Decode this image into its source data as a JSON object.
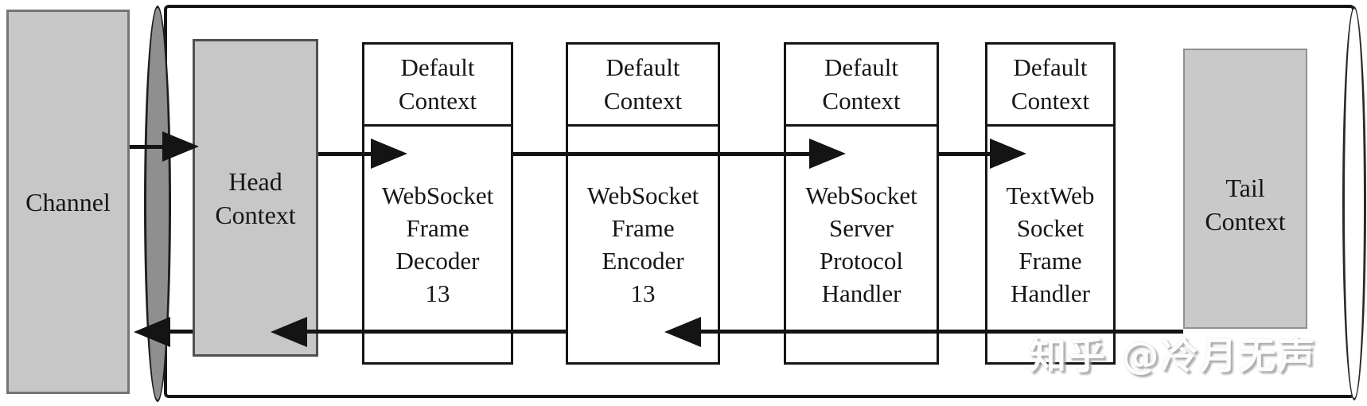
{
  "pipeline": {
    "channel_label": "Channel",
    "head_context": [
      "Head",
      "Context"
    ],
    "tail_context": [
      "Tail",
      "Context"
    ],
    "handlers": [
      {
        "header": [
          "Default",
          "Context"
        ],
        "body": [
          "WebSocket",
          "Frame",
          "Decoder",
          "13"
        ]
      },
      {
        "header": [
          "Default",
          "Context"
        ],
        "body": [
          "WebSocket",
          "Frame",
          "Encoder",
          "13"
        ]
      },
      {
        "header": [
          "Default",
          "Context"
        ],
        "body": [
          "WebSocket",
          "Server",
          "Protocol",
          "Handler"
        ]
      },
      {
        "header": [
          "Default",
          "Context"
        ],
        "body": [
          "TextWeb",
          "Socket",
          "Frame",
          "Handler"
        ]
      }
    ],
    "flow": {
      "inbound_direction": "left-to-right",
      "outbound_direction": "right-to-left"
    }
  },
  "watermark": {
    "text": "知乎 @冷月无声"
  },
  "colors": {
    "box_fill_gray": "#c7c7c7",
    "ellipse_gray": "#8f8f8f",
    "line_black": "#141414",
    "background": "#ffffff"
  }
}
